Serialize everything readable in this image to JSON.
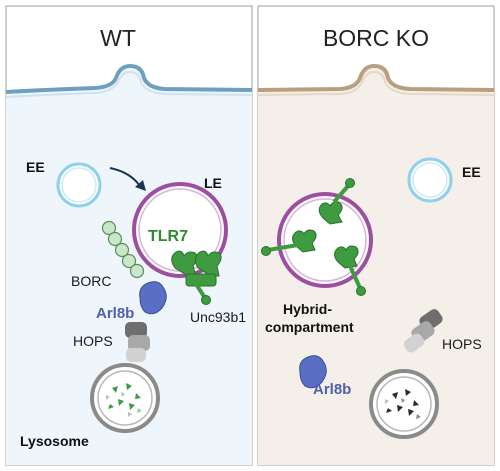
{
  "panels": {
    "left": {
      "title": "WT"
    },
    "right": {
      "title": "BORC KO"
    }
  },
  "labels": {
    "ee_left": "EE",
    "le": "LE",
    "tlr7": "TLR7",
    "borc": "BORC",
    "arl8b_left": "Arl8b",
    "hops_left": "HOPS",
    "unc93b1": "Unc93b1",
    "lysosome": "Lysosome",
    "ee_right": "EE",
    "hybrid_line1": "Hybrid-",
    "hybrid_line2": "compartment",
    "hops_right": "HOPS",
    "arl8b_right": "Arl8b"
  },
  "colors": {
    "wt_cytoplasm": "#eef5fb",
    "ko_cytoplasm": "#f4efe8",
    "wt_membrane": "#6f9fbf",
    "ko_membrane": "#b8a07e",
    "endosome_ring": "#8fd0ea",
    "late_endosome_ring": "#9c4fa0",
    "tlr7_green": "#3f9b3f",
    "arl8b_blue": "#5a6fc4",
    "borc_green": "#c9e8c9",
    "hops_grey": "#9a9a9a"
  }
}
